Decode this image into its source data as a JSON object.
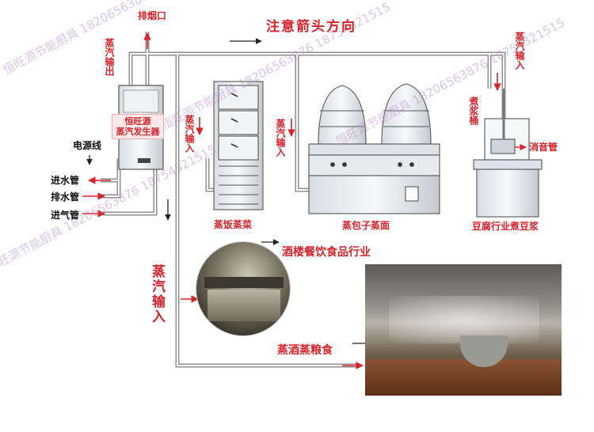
{
  "labels": {
    "title": "注意箭头方向",
    "chimney": "排烟口",
    "steam_out": "蒸汽输出",
    "generator_line1": "恒旺源",
    "generator_line2": "蒸汽发生器",
    "power": "电源线",
    "water_in": "进水管",
    "drain": "排水管",
    "gas_in": "进气管",
    "steam_in_cabinet": "蒸汽输入",
    "steam_in_bun": "蒸汽输入",
    "steam_in_tofu": "蒸汽输入",
    "soy_bucket": "煮浆桶",
    "muffler": "消音管",
    "cap_rice": "蒸饭蒸菜",
    "cap_bun": "蒸包子蒸面",
    "cap_tofu": "豆腐行业煮豆浆",
    "restaurant": "酒楼餐饮食品行业",
    "steam_in_big": "蒸汽输入",
    "liquor": "蒸酒蒸粮食"
  },
  "watermark": "恒旺源节能厨具 18206563876 18754321515",
  "colors": {
    "pipe": "#8a8a8a",
    "label": "#d8232a",
    "arrow": "#d8232a",
    "equipment": "#555555"
  }
}
